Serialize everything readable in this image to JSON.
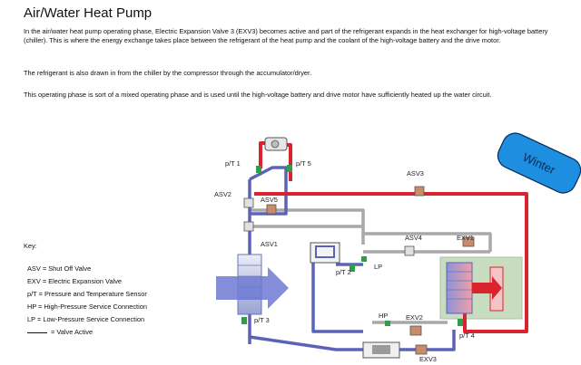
{
  "page": {
    "title": "Air/Water Heat Pump",
    "paragraphs": [
      "In the air/water heat pump operating phase, Electric Expansion Valve 3 (EXV3) becomes active and part of the refrigerant expands in the heat exchanger for high-voltage battery (chiller).  This is where the energy exchange takes place between the refrigerant of the heat pump and the coolant of the high-voltage battery and the drive motor.",
      "The refrigerant is also drawn in from the chiller by the compressor through the accumulator/dryer.",
      "This operating phase is sort of a mixed operating phase and is used until the high-voltage battery and drive motor have sufficiently heated up the water circuit."
    ]
  },
  "key": {
    "title": "Key:",
    "items": [
      "ASV = Shut Off Valve",
      "EXV = Electric Expansion Valve",
      "p/T = Pressure and Temperature Sensor",
      "HP  = High-Pressure Service Connection",
      "LP  = Low-Pressure Service Connection"
    ],
    "active_label": "= Valve Active"
  },
  "diagram": {
    "badge": "Winter",
    "labels": {
      "pt1": "p/T 1",
      "pt5": "p/T 5",
      "asv2": "ASV2",
      "asv5": "ASV5",
      "asv1": "ASV1",
      "asv3": "ASV3",
      "asv4": "ASV4",
      "exv1": "EXV1",
      "pt2": "p/T 2",
      "lp": "LP",
      "pt3": "p/T 3",
      "hp": "HP",
      "exv2": "EXV2",
      "pt4": "p/T 4",
      "exv3": "EXV3"
    },
    "colors": {
      "hot_line": "#d9232e",
      "cold_line": "#5b63b8",
      "inactive_line": "#a8a8a8",
      "heat_arrow": "#6f79d2",
      "winter_fill": "#1e8fe0",
      "chiller_bg": "#c8dcc0"
    }
  }
}
